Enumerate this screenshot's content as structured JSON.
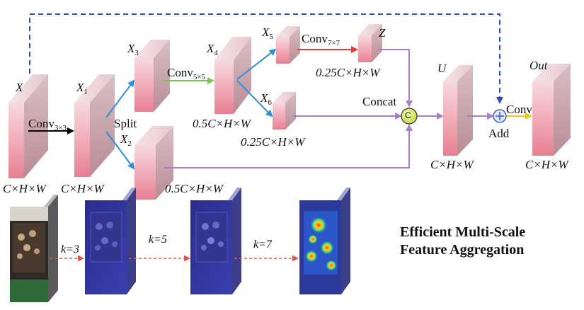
{
  "labels": {
    "x": "X",
    "x1_main": "X",
    "x1_sub": "1",
    "x2_main": "X",
    "x2_sub": "2",
    "x3_main": "X",
    "x3_sub": "3",
    "x4_main": "X",
    "x4_sub": "4",
    "x5_main": "X",
    "x5_sub": "5",
    "x6_main": "X",
    "x6_sub": "6",
    "z": "Z",
    "u": "U",
    "out": "Out"
  },
  "ops": {
    "conv3_main": "Conv",
    "conv3_sub": "3×3",
    "conv5_main": "Conv",
    "conv5_sub": "5×5",
    "conv7_main": "Conv",
    "conv7_sub": "7×7",
    "split": "Split",
    "concat": "Concat",
    "concat_symbol": "C",
    "conv": "Conv",
    "add": "Add"
  },
  "dims": {
    "x": "C×H×W",
    "x1": "C×H×W",
    "x2": "0.5C×H×W",
    "x4": "0.5C×H×W",
    "z": "0.25C×H×W",
    "x6": "0.25C×H×W",
    "u": "C×H×W",
    "out": "C×H×W"
  },
  "kernels": {
    "k1": "k=3",
    "k2": "k=5",
    "k3": "k=7"
  },
  "title": {
    "line1": "Efficient Multi-Scale",
    "line2": "Feature Aggregation"
  }
}
